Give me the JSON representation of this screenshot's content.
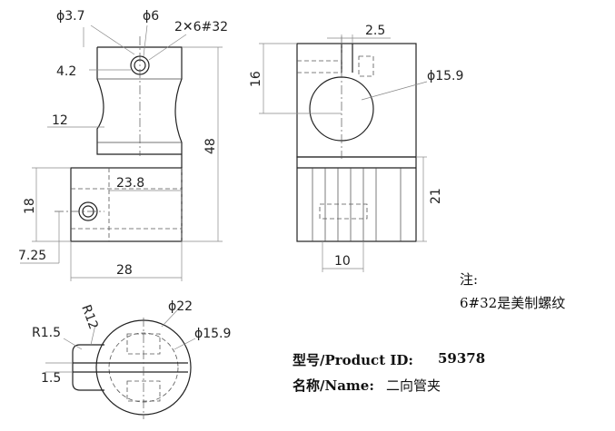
{
  "dimensions": {
    "d37": "ϕ3.7",
    "d6": "ϕ6",
    "thread_callout": "2✕6#32",
    "d42": "4.2",
    "d12": "12",
    "d48": "48",
    "d238": "23.8",
    "d18": "18",
    "d725": "7.25",
    "d28": "28",
    "d25": "2.5",
    "d16": "16",
    "d159_side": "ϕ15.9",
    "d21": "21",
    "d10": "10",
    "r15": "R1.5",
    "r12": "R12",
    "d22": "ϕ22",
    "d159_top": "ϕ15.9",
    "d15": "1.5"
  },
  "notes": {
    "title": "注:",
    "line1": "6#32是美制螺纹"
  },
  "product": {
    "model_label": "型号/Product ID:",
    "model_value": "59378",
    "name_label": "名称/Name:",
    "name_value": "二向管夹"
  }
}
